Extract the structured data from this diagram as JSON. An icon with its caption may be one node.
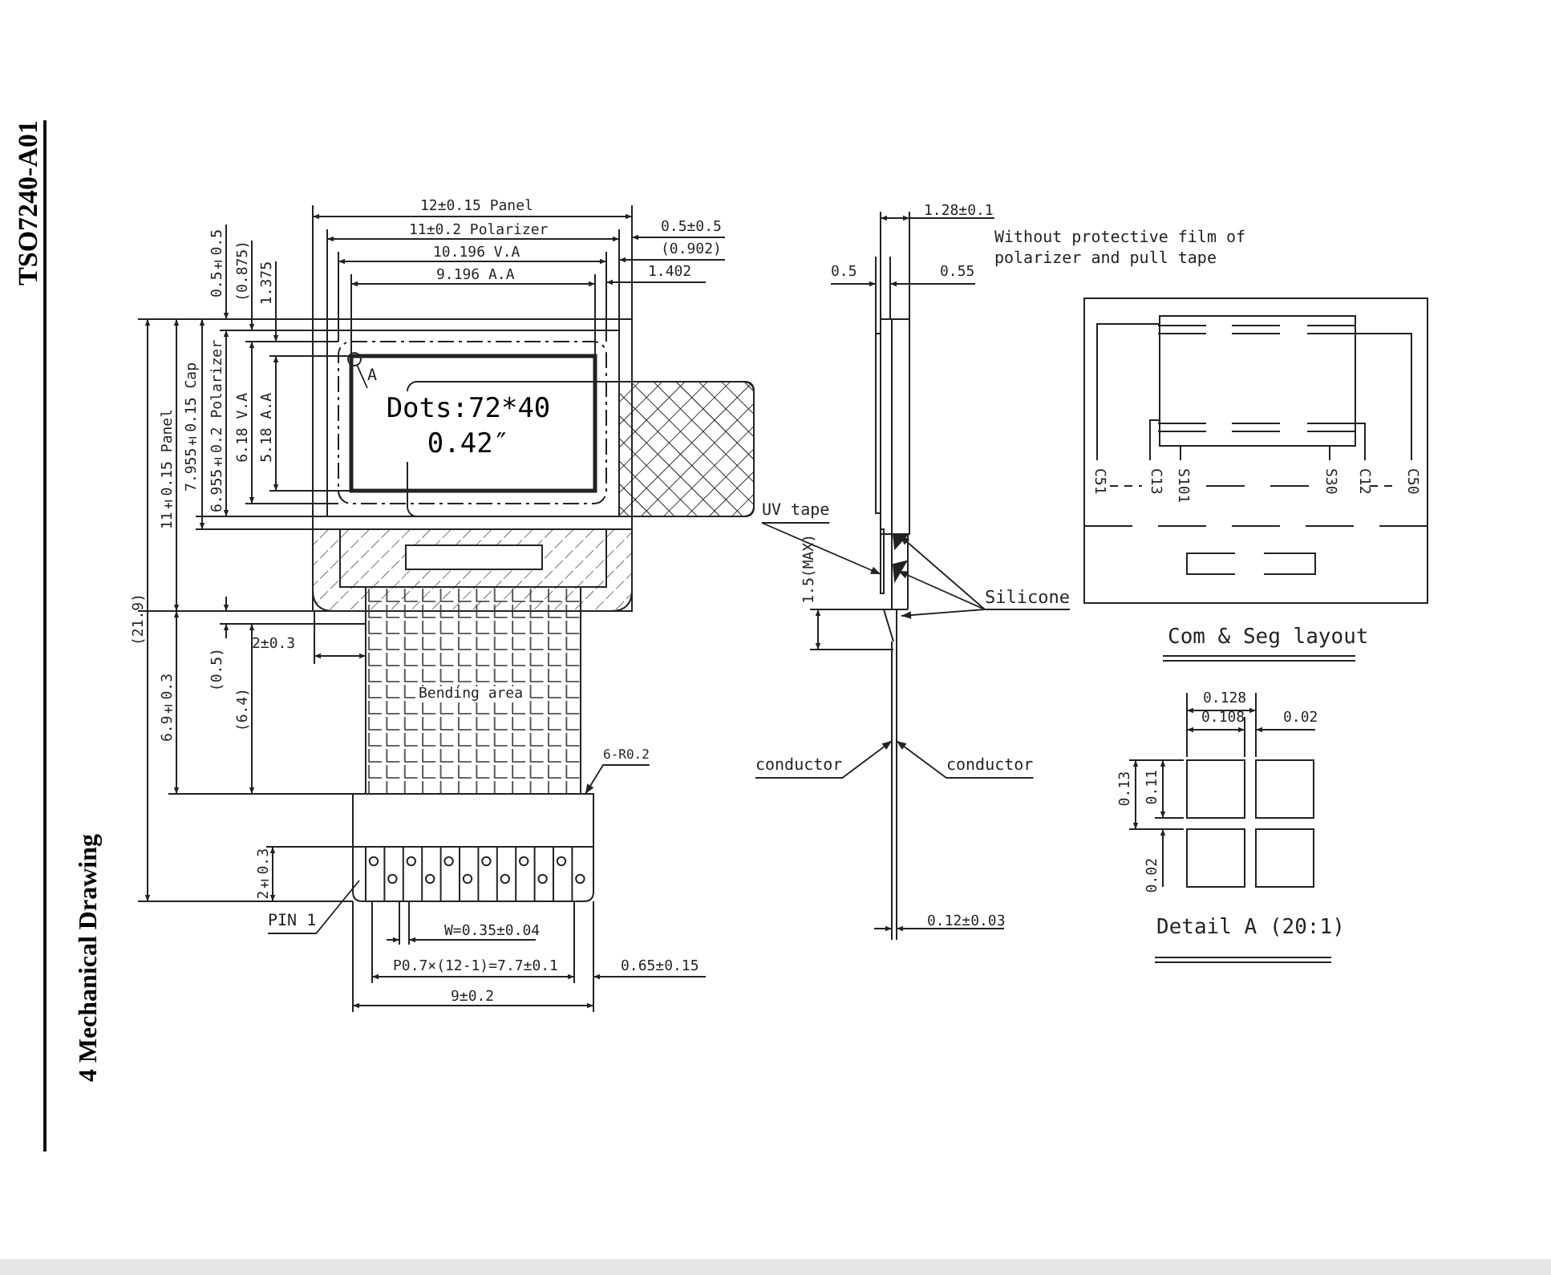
{
  "diagram": {
    "title": "4 Mechanical Drawing",
    "nodes": [
      {
        "text": [
          "A"
        ]
      },
      {
        "text": [
          "UV tape"
        ]
      },
      {
        "text": [
          "Silicone"
        ]
      },
      {
        "text": [
          "conductor"
        ]
      },
      {
        "text": [
          "conductor"
        ]
      },
      {
        "text": [
          "PIN 1"
        ]
      },
      {
        "text": [
          "6-R0.2"
        ]
      },
      {
        "text": [],
        "shape": "circle"
      }
    ],
    "edges": [
      {
        "from": 0,
        "to": 7,
        "arrow": "none"
      },
      {
        "from": 1,
        "to": null,
        "arrow": "to"
      },
      {
        "from": 2,
        "to": null,
        "arrow": "to"
      },
      {
        "from": 2,
        "to": null,
        "arrow": "to"
      },
      {
        "from": 2,
        "to": null,
        "arrow": "to"
      },
      {
        "from": 3,
        "to": null,
        "arrow": "to"
      },
      {
        "from": 4,
        "to": null,
        "arrow": "to"
      },
      {
        "from": 5,
        "to": null,
        "arrow": "none"
      },
      {
        "from": 6,
        "to": null,
        "arrow": "to"
      }
    ],
    "labels": [
      "TSO7240-A01",
      "12±0.15 Panel",
      "11±0.2 Polarizer",
      "10.196 V.A",
      "9.196 A.A",
      "0.5±0.5",
      "(0.902)",
      "1.402",
      "0.5±0.5",
      "(0.875)",
      "1.375",
      "11±0.15 Panel",
      "7.955±0.15 Cap",
      "6.955±0.2 Polarizer",
      "6.18 V.A",
      "5.18 A.A",
      "Dots:72*40 0.42″",
      "(21.9)",
      "2±0.3",
      "(0.5)",
      "6.9±0.3",
      "(6.4)",
      "Bending area",
      "2±0.3",
      "W=0.35±0.04",
      "P0.7×(12-1)=7.7±0.1",
      "0.65±0.15",
      "9±0.2",
      "1.28±0.1",
      "Without protective film of polarizer and pull tape",
      "0.5",
      "0.55",
      "1.5(MAX)",
      "0.12±0.03",
      "C51",
      "C13",
      "S101",
      "S30",
      "C12",
      "C50",
      "Com & Seg layout",
      "0.128",
      "0.108",
      "0.02",
      "0.13",
      "0.11",
      "0.02",
      "Detail A (20:1)"
    ]
  }
}
